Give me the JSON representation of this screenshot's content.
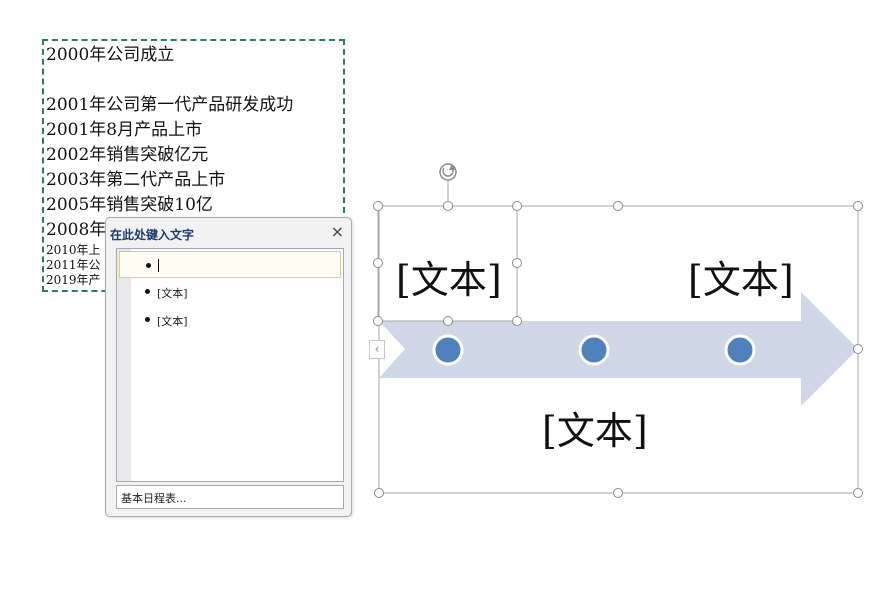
{
  "textbox": {
    "lines": [
      "2000年公司成立",
      "",
      "2001年公司第一代产品研发成功",
      "2001年8月产品上市",
      "2002年销售突破亿元",
      "2003年第二代产品上市",
      "2005年销售突破10亿",
      "2008年",
      "2010年上",
      "2011年公",
      "2019年产"
    ]
  },
  "text_pane": {
    "title": "在此处键入文字",
    "close_label": "×",
    "items": [
      "",
      "[文本]",
      "[文本]"
    ],
    "footer_link": "基本日程表..."
  },
  "smartart": {
    "labels": [
      "[文本]",
      "[文本]",
      "[文本]"
    ],
    "collapse_glyph": "‹",
    "colors": {
      "arrow": "#cfd6e8",
      "dot_fill": "#4f81bd",
      "dot_stroke": "#ffffff",
      "frame": "#a6a6a6"
    }
  }
}
